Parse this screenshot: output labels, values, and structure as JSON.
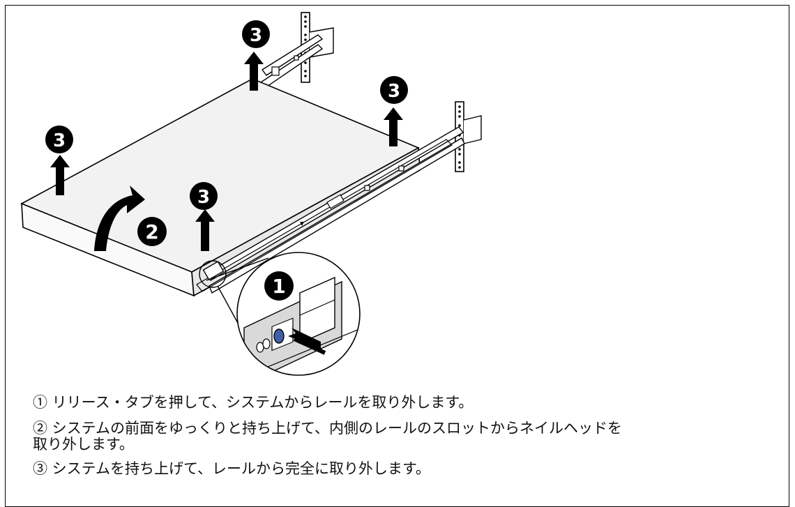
{
  "callouts": [
    {
      "id": "1",
      "label": "1"
    },
    {
      "id": "2",
      "label": "2"
    },
    {
      "id": "3a",
      "label": "3"
    },
    {
      "id": "3b",
      "label": "3"
    },
    {
      "id": "3c",
      "label": "3"
    },
    {
      "id": "3d",
      "label": "3"
    }
  ],
  "captions": {
    "step1": "① リリース・タブを押して、システムからレールを取り外します。",
    "step2_line1": "② システムの前面をゆっくりと持ち上げて、内側のレールのスロットからネイルヘッドを",
    "step2_line2": "取り外します。",
    "step3": "③ システムを持ち上げて、レールから完全に取り外します。"
  },
  "colors": {
    "server_fill": "#f2f2f2",
    "line": "#000000",
    "release_tab": "#3f5fa8",
    "bracket_fill": "#d9d9d9"
  }
}
